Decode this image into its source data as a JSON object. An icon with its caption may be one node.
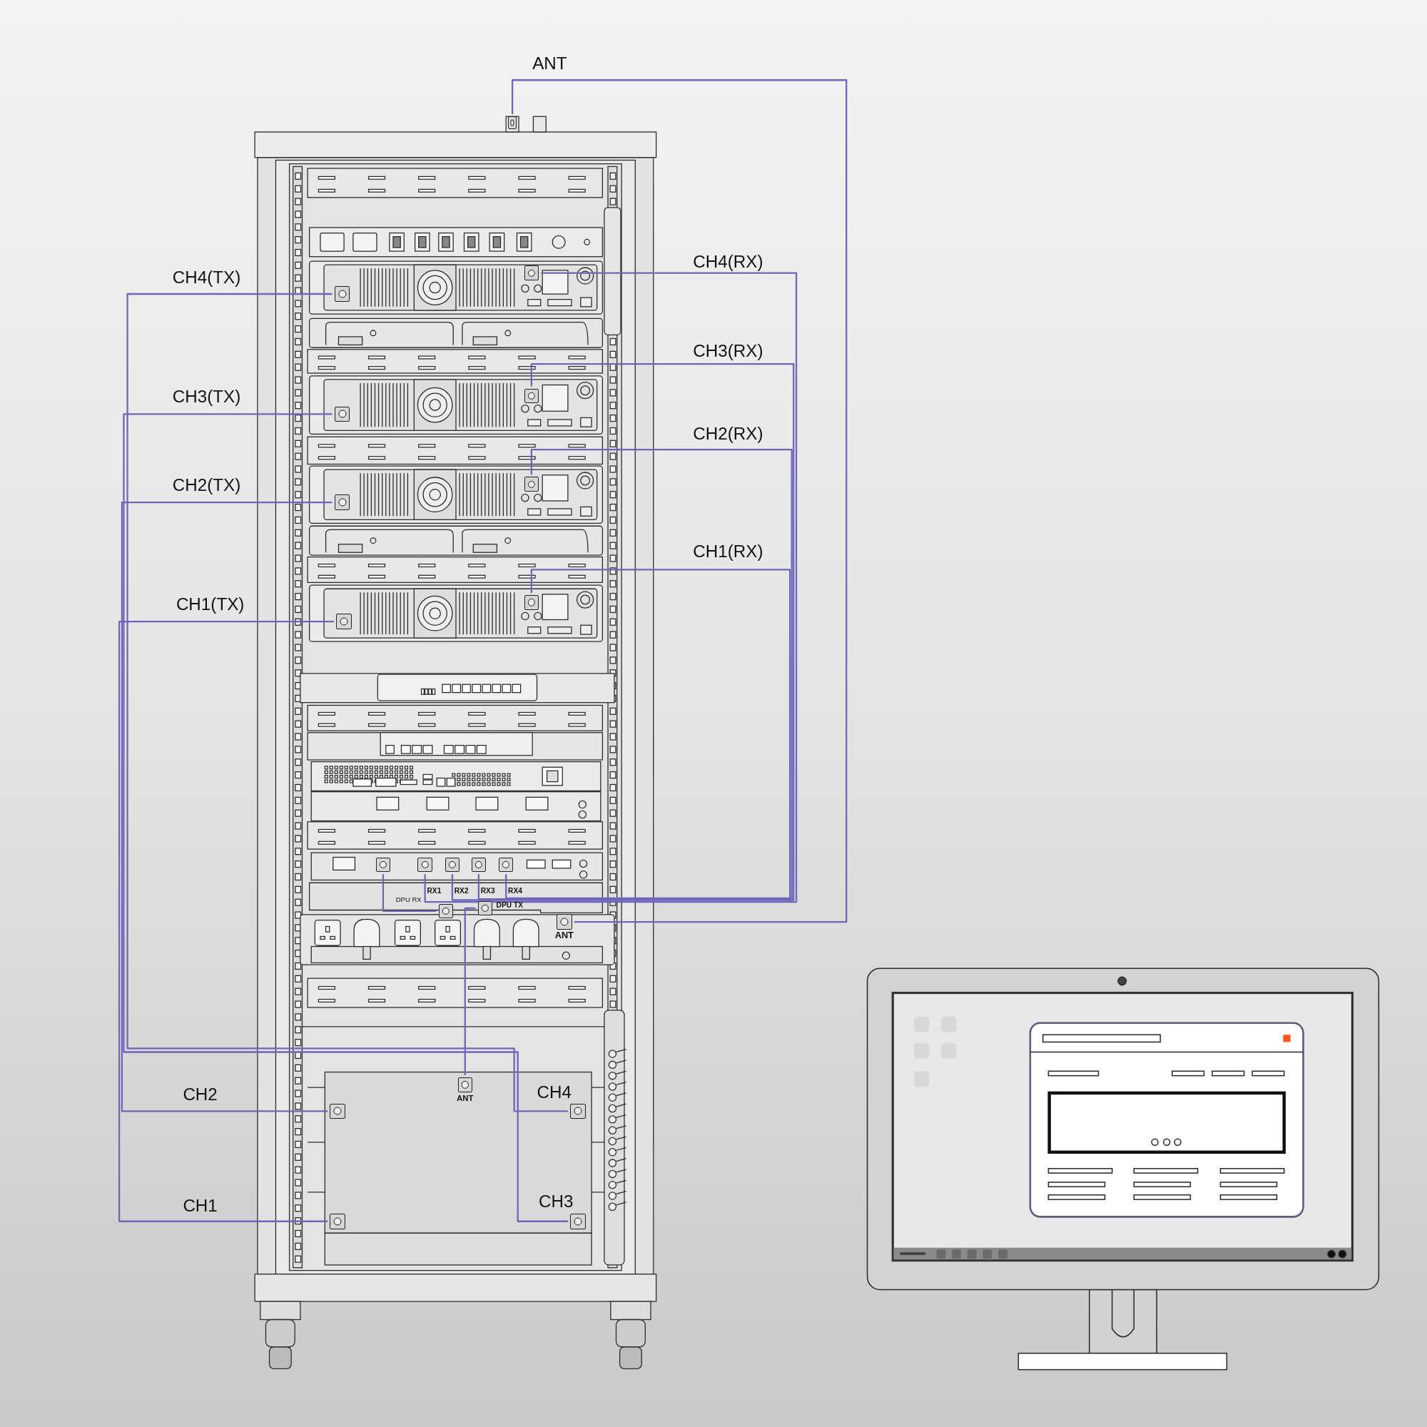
{
  "diagram": {
    "nodes": [
      {
        "text": [],
        "shape": "box"
      },
      {
        "text": [],
        "shape": "box"
      },
      {
        "text": [],
        "shape": "box"
      },
      {
        "text": [],
        "shape": "box"
      },
      {
        "text": [],
        "shape": "box"
      },
      {
        "text": [],
        "shape": "box"
      },
      {
        "text": [],
        "shape": "box"
      },
      {
        "text": [],
        "shape": "box"
      },
      {
        "text": [],
        "shape": "box"
      },
      {
        "text": [],
        "shape": "box"
      },
      {
        "text": [],
        "shape": "box"
      },
      {
        "text": [],
        "shape": "box"
      },
      {
        "text": [],
        "shape": "box"
      },
      {
        "text": [],
        "shape": "box"
      },
      {
        "text": [],
        "shape": "box",
        "beside": [
          "DPU RX"
        ]
      },
      {
        "text": [],
        "shape": "box",
        "beside": [
          "DPU TX"
        ]
      },
      {
        "text": [],
        "shape": "box",
        "beside": [
          "ANT"
        ]
      },
      {
        "text": [],
        "shape": "box",
        "beside": [
          "ANT"
        ]
      },
      {
        "text": [],
        "shape": "box"
      },
      {
        "text": [],
        "shape": "box"
      },
      {
        "text": [],
        "shape": "box"
      },
      {
        "text": [],
        "shape": "box"
      }
    ],
    "edges": [
      {
        "from": 0,
        "to": 16,
        "arrow": "none"
      },
      {
        "from": 1,
        "to": 19,
        "arrow": "none"
      },
      {
        "from": 4,
        "to": 21,
        "arrow": "none"
      },
      {
        "from": 6,
        "to": 18,
        "arrow": "none"
      },
      {
        "from": 8,
        "to": 20,
        "arrow": "none"
      },
      {
        "from": 2,
        "to": 10,
        "arrow": "none"
      },
      {
        "from": 3,
        "to": 11,
        "arrow": "none"
      },
      {
        "from": 5,
        "to": 12,
        "arrow": "none"
      },
      {
        "from": 7,
        "to": 13,
        "arrow": "none"
      },
      {
        "from": 9,
        "to": 14,
        "arrow": "none"
      },
      {
        "from": 15,
        "to": 17,
        "arrow": "none"
      }
    ],
    "labels": [
      "ANT",
      "CH4(TX)",
      "CH4(RX)",
      "CH3(RX)",
      "CH3(TX)",
      "CH2(RX)",
      "CH2(TX)",
      "CH1(RX)",
      "CH1(TX)",
      "RX1",
      "RX2",
      "RX3",
      "RX4",
      "CH4",
      "CH2",
      "CH3",
      "CH1"
    ]
  }
}
